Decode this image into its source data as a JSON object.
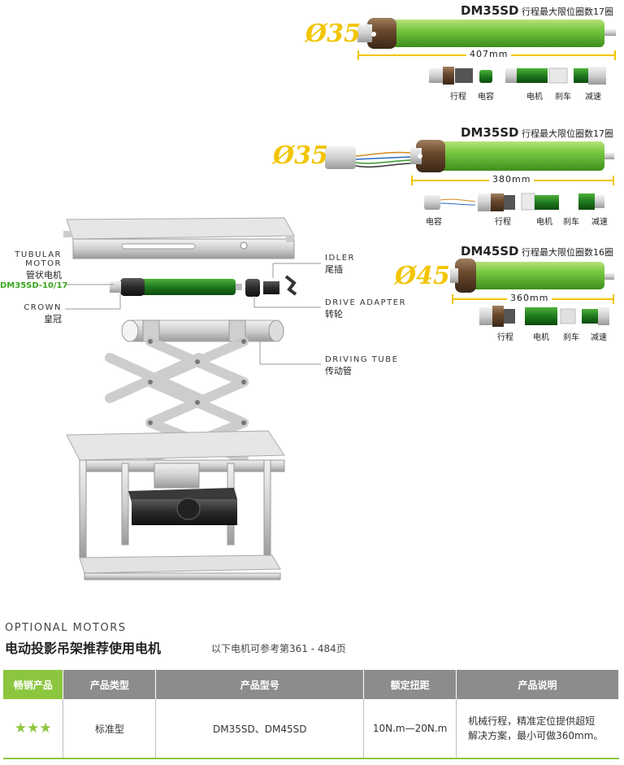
{
  "motors": [
    {
      "diameter": "Ø35",
      "model": "DM35SD",
      "note": "行程最大限位圈数17圈",
      "length": "407mm",
      "parts": [
        "行程",
        "电容",
        "电机",
        "刹车",
        "减速"
      ]
    },
    {
      "diameter": "Ø35",
      "model": "DM35SD",
      "note": "行程最大限位圈数17圈",
      "length": "380mm",
      "parts": [
        "电容",
        "行程",
        "电机",
        "刹车",
        "减速"
      ]
    },
    {
      "diameter": "Ø45",
      "model": "DM45SD",
      "note": "行程最大限位圈数16圈",
      "length": "360mm",
      "parts": [
        "行程",
        "电机",
        "刹车",
        "减速"
      ]
    }
  ],
  "diagram": {
    "tubular_en1": "TUBULAR",
    "tubular_en2": "MOTOR",
    "tubular_cn": "管状电机",
    "tubular_model": "DM35SD-10/17",
    "crown_en": "CROWN",
    "crown_cn": "皇冠",
    "idler_en": "IDLER",
    "idler_cn": "尾插",
    "drive_en": "DRIVE ADAPTER",
    "drive_cn": "转轮",
    "tube_en": "DRIVING TUBE",
    "tube_cn": "传动管"
  },
  "section": {
    "title_en": "OPTIONAL MOTORS",
    "title_cn": "电动投影吊架推荐使用电机",
    "subtitle": "以下电机可参考第361 - 484页"
  },
  "table": {
    "headers": [
      "畅销产品",
      "产品类型",
      "产品型号",
      "额定扭距",
      "产品说明"
    ],
    "row": {
      "stars": "★★★",
      "type": "标准型",
      "model": "DM35SD、DM45SD",
      "torque": "10N.m—20N.m",
      "desc1": "机械行程，精准定位提供超短",
      "desc2": "解决方案，最小可做360mm。"
    }
  },
  "colors": {
    "motor_green": "#7ac943",
    "accent_yellow": "#f2c500",
    "table_green": "#8cc63f",
    "table_gray": "#8c8c8c"
  }
}
